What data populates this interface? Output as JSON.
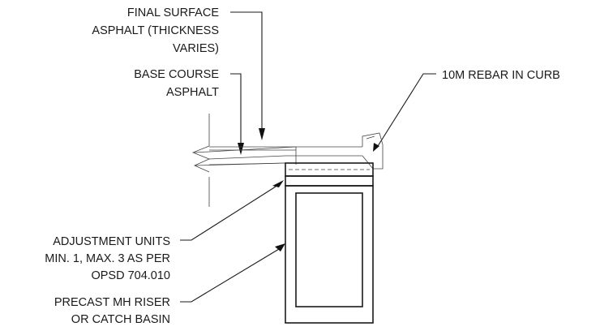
{
  "labels": {
    "final_surface": [
      "FINAL SURFACE",
      "ASPHALT (THICKNESS",
      "VARIES)"
    ],
    "base_course": [
      "BASE COURSE",
      "ASPHALT"
    ],
    "rebar": [
      "10M REBAR IN CURB"
    ],
    "adjustment": [
      "ADJUSTMENT UNITS",
      "MIN. 1, MAX. 3 AS PER",
      "OPSD 704.010"
    ],
    "riser": [
      "PRECAST MH RISER",
      "OR CATCH BASIN"
    ]
  },
  "colors": {
    "ink": "#1a1a1a",
    "background": "#ffffff"
  }
}
